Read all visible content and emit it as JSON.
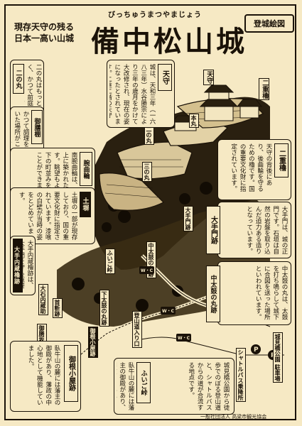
{
  "header": {
    "tagline_line1": "現存天守の残る",
    "tagline_line2": "日本一高い山城",
    "ruby": "びっちゅうまつやまじょう",
    "title": "備中松山城",
    "badge": "登城絵図"
  },
  "panels": {
    "tenshu": {
      "label": "天守"
    },
    "ninomaru": {
      "label": "二の丸"
    },
    "gozenyagura": {
      "label": "御膳棚"
    },
    "kuruwa": {
      "label": "腕曲輪"
    },
    "dorui": {
      "label": "土塀"
    },
    "nijuyagura": {
      "label": "二重櫓"
    },
    "otemon": {
      "label": "大手門跡"
    },
    "nakataiko": {
      "label": "中太鼓の丸跡"
    },
    "oteuchi": {
      "label": "大手内蔵櫓跡"
    },
    "gokoyaseki": {
      "label": "御根小屋跡"
    },
    "fumon": {
      "label": "ふいご峠"
    }
  },
  "map_labels": {
    "tenshu": "天守",
    "nijuyagura": "二重櫓",
    "honmaru": "本丸",
    "ninomaru": "二の丸",
    "sannomaru": "三の丸",
    "ootebashi": "大手門跡",
    "nakataiko": "中太鼓の丸跡",
    "shimotaiko": "下太鼓の丸跡",
    "fuigo": "ふいご峠",
    "michi": "登山道入り口",
    "shiro_mi": "城見橋公園 駐車場",
    "shuttle": "シャトルバス乗降所",
    "gokoya": "御根小屋跡",
    "kubikiri": "首斬跡",
    "wc1": "W・C",
    "wc2": "W・C",
    "wc3": "W・C",
    "gobo": "御膳坂",
    "nakamon": "大石内蔵助"
  },
  "notes": {
    "ninomaru_text": "二の丸はもっとも広く、かつて前庭や御殿がありました。天守や二重櫓を見るとしたら一番よい場所です。",
    "tenshu_text": "城は、天和三年（一六八三年）水谷勝宗により三年の歳月をかけて大改修され、現在の姿になったとされています。二重二階の天守は、現存十二天守の中で唯一の山城の天守です。",
    "gozen_text": "かつて調理をしていた場所がここにありました。",
    "kuruwa_text": "南腕曲輪は、岩肌の上に築かれた曲輪です。眺望もよく、城下の町並みを見渡すことができます。",
    "dorui_text": "土塀の一部が現存しており、国の重要文化財に指定されています。漆喰の白壁が当時の姿をとどめています。",
    "niju_text": "天守の背後にあり、後曲輪を守るための櫓です。国の重要文化財に指定されています。",
    "otemon_text": "大手門は、城の正門です。石垣は自然の岩盤を取り込んだ迫力ある造りとなっています。",
    "nakataiko_text": "中太鼓の丸は、太鼓を打ち鳴らして城下に合図を送った場所といわれています。",
    "oteuchi_text": "大手内蔵櫓跡は、大手門を守る重要な櫓があった場所です。",
    "gokoya_text": "臥牛山の麓には藩主の御殿があり、藩政の中心地として機能していました。",
    "fuigo_text": "城見橋公園から徒歩でのぼる登山道と、シャトルバスからの道が合流する地点です。"
  },
  "footer": {
    "publisher": "一般社団法人 高梁市観光協会"
  }
}
